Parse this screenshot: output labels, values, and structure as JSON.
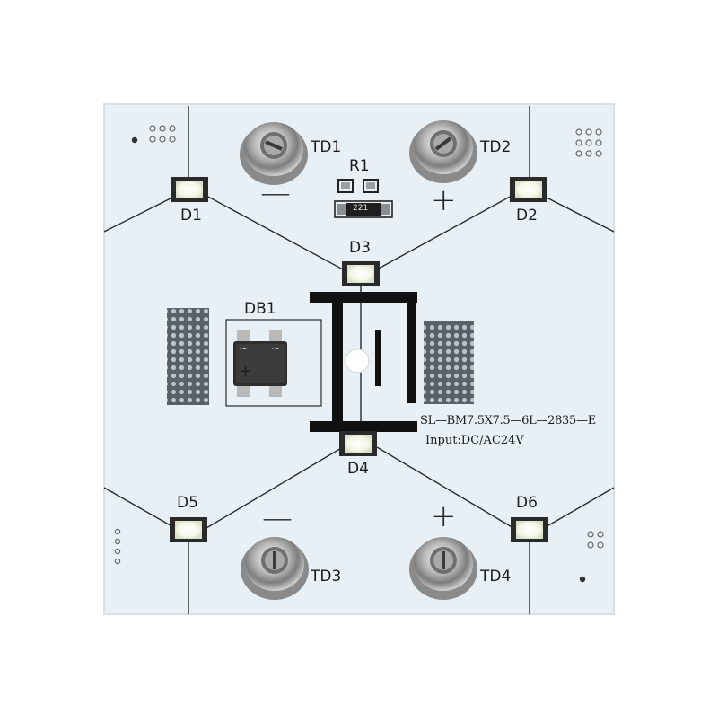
{
  "board": {
    "pcb_color": "#e8f0f6",
    "silkscreen_color": "#1c1c1c",
    "model_text": "SL—BM7.5X7.5—6L—2835—E",
    "input_text": "Input:DC/AC24V",
    "leds": [
      {
        "label": "D1"
      },
      {
        "label": "D2"
      },
      {
        "label": "D3"
      },
      {
        "label": "D4"
      },
      {
        "label": "D5"
      },
      {
        "label": "D6"
      }
    ],
    "terminals": [
      {
        "label": "TD1",
        "polarity": "—"
      },
      {
        "label": "TD2",
        "polarity": "+"
      },
      {
        "label": "TD3",
        "polarity": "—"
      },
      {
        "label": "TD4",
        "polarity": "+"
      }
    ],
    "resistor": {
      "label": "R1",
      "marking": "221"
    },
    "rectifier": {
      "label": "DB1",
      "plus": "+",
      "tilde": "~"
    }
  }
}
